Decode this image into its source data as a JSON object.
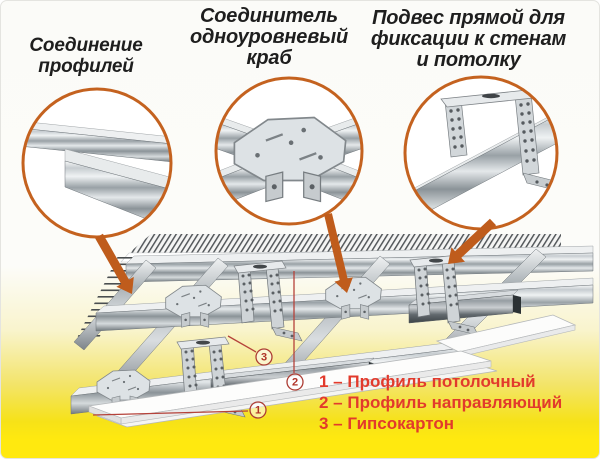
{
  "callouts": [
    {
      "lines": [
        "Соединение",
        "профилей"
      ]
    },
    {
      "lines": [
        "Соединитель",
        "одноуровневый",
        "краб"
      ]
    },
    {
      "lines": [
        "Подвес прямой для",
        "фиксации  к стенам",
        "и потолку"
      ]
    }
  ],
  "legend": {
    "items": [
      "1 – Профиль потолочный",
      "2 – Профиль направляющий",
      "3 – Гипсокартон"
    ]
  },
  "diagram": {
    "markers": [
      "1",
      "2",
      "3"
    ]
  },
  "colors": {
    "accent_orange": "#c4621f",
    "arrow_orange": "#bf5c1c",
    "legend_red": "#e23a2c",
    "marker_red": "#b03328",
    "bottom_yellow": "#ffe90f"
  }
}
